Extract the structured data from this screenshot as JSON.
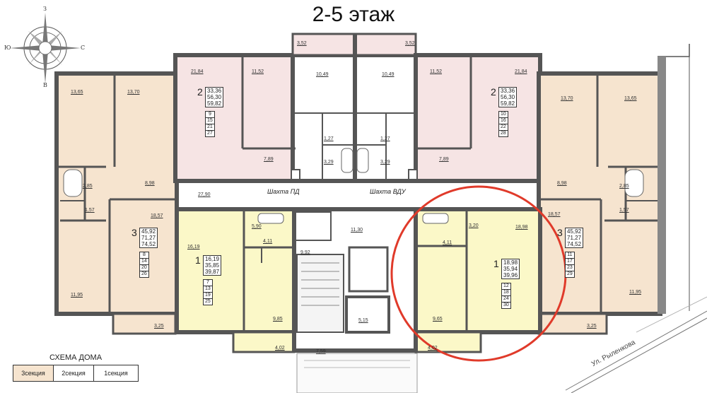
{
  "title": "2-5 этаж",
  "compass": {
    "top": "З",
    "bottom": "В",
    "left": "Ю",
    "right": "С"
  },
  "shafts": {
    "left": "Шахта ПД",
    "right": "Шахта ВДУ"
  },
  "street": "Ул. Рыленкова",
  "legend": {
    "title": "СХЕМА ДОМА",
    "sections": [
      "3секция",
      "2секция",
      "1секция"
    ],
    "active_section": "3секция"
  },
  "colors": {
    "wall": "#555555",
    "three_room": "#f6e4cf",
    "two_room": "#f6e4e4",
    "one_room": "#fbf8c8",
    "common": "#ffffff",
    "highlight_circle": "#e03a2a"
  },
  "room_labels": {
    "r1365a": "13,65",
    "r1370a": "13,70",
    "r2184a": "21,84",
    "r1152a": "11,52",
    "r352a": "3,52",
    "r352b": "3,52",
    "r1049a": "10,49",
    "r1049b": "10,49",
    "r1152b": "11,52",
    "r2184b": "21,84",
    "r1370b": "13,70",
    "r1365b": "13,65",
    "r285a": "2,85",
    "r898a": "8,98",
    "r157a": "1,57",
    "r1857a": "18,57",
    "r1195a": "11,95",
    "r325a": "3,25",
    "r2790": "27,90",
    "r789a": "7,89",
    "r127a": "1,27",
    "r329a": "3,29",
    "r329b": "3,29",
    "r127b": "1,27",
    "r789b": "7,89",
    "r898b": "8,98",
    "r285b": "2,85",
    "r1857b": "18,57",
    "r157b": "1,57",
    "r1195b": "11,95",
    "r325b": "3,25",
    "r590": "5,90",
    "r1619": "16,19",
    "r411a": "4,11",
    "r992": "9,92",
    "r1130": "11,30",
    "r320": "3,20",
    "r1898": "18,98",
    "r411b": "4,11",
    "r985a": "9,85",
    "r515": "5,15",
    "r965": "9,65",
    "r402a": "4,02",
    "r759": "7,59",
    "r402b": "4,02"
  },
  "apartments": [
    {
      "id": "apt3L",
      "rooms": "3",
      "areas": [
        "45,92",
        "71,27",
        "74,52"
      ],
      "floors": [
        "8",
        "14",
        "20",
        "26"
      ]
    },
    {
      "id": "apt1L",
      "rooms": "1",
      "areas": [
        "16,19",
        "35,85",
        "39,87"
      ],
      "floors": [
        "7",
        "13",
        "19",
        "25"
      ]
    },
    {
      "id": "apt2L",
      "rooms": "2",
      "areas": [
        "33,36",
        "56,30",
        "59,82"
      ],
      "floors": [
        "9",
        "15",
        "21",
        "27"
      ]
    },
    {
      "id": "apt2R",
      "rooms": "2",
      "areas": [
        "33,36",
        "56,30",
        "59,82"
      ],
      "floors": [
        "10",
        "16",
        "22",
        "28"
      ]
    },
    {
      "id": "apt1R",
      "rooms": "1",
      "areas": [
        "18,98",
        "35,94",
        "39,96"
      ],
      "floors": [
        "12",
        "18",
        "24",
        "30"
      ]
    },
    {
      "id": "apt3R",
      "rooms": "3",
      "areas": [
        "45,92",
        "71,27",
        "74,52"
      ],
      "floors": [
        "11",
        "17",
        "23",
        "29"
      ]
    }
  ]
}
